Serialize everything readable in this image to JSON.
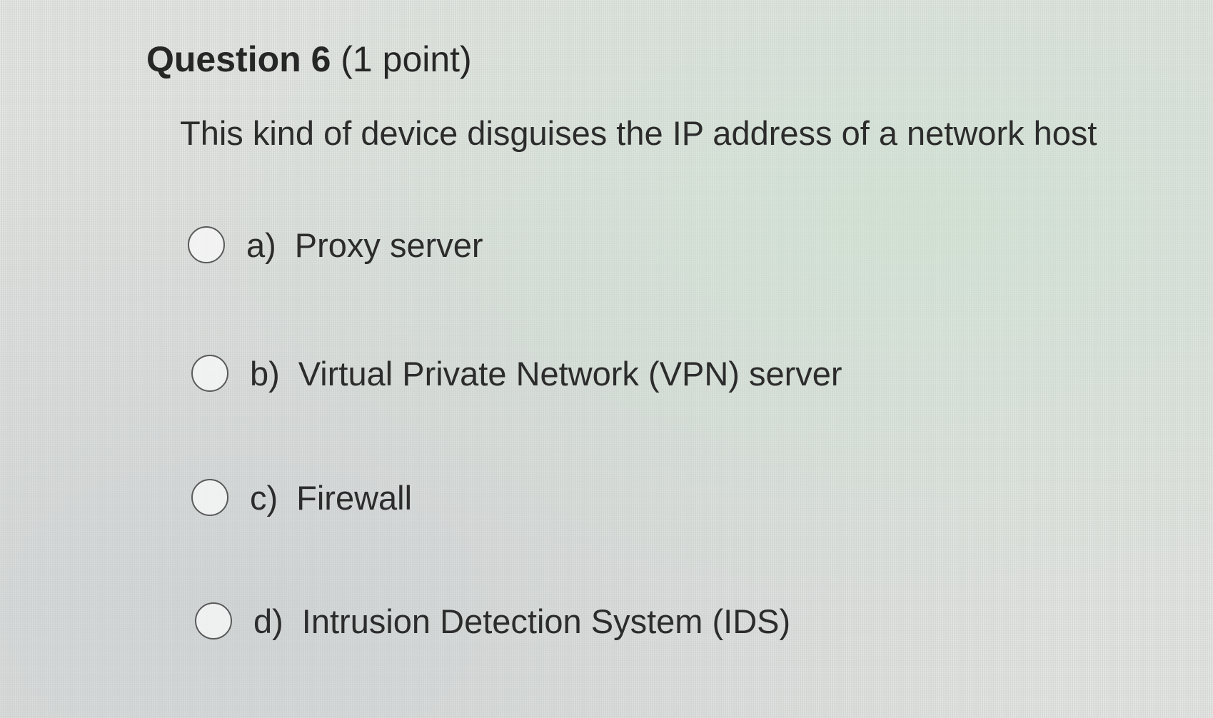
{
  "question": {
    "title": "Question 6",
    "points": "(1 point)",
    "prompt": "This kind of device disguises the IP address of a network host"
  },
  "options": [
    {
      "letter": "a)",
      "text": "Proxy server",
      "selected": false
    },
    {
      "letter": "b)",
      "text": "Virtual Private Network (VPN) server",
      "selected": false
    },
    {
      "letter": "c)",
      "text": "Firewall",
      "selected": false
    },
    {
      "letter": "d)",
      "text": "Intrusion Detection System (IDS)",
      "selected": false
    }
  ],
  "colors": {
    "text": "#2c2c2c",
    "radio_border": "#5a5a5a"
  }
}
